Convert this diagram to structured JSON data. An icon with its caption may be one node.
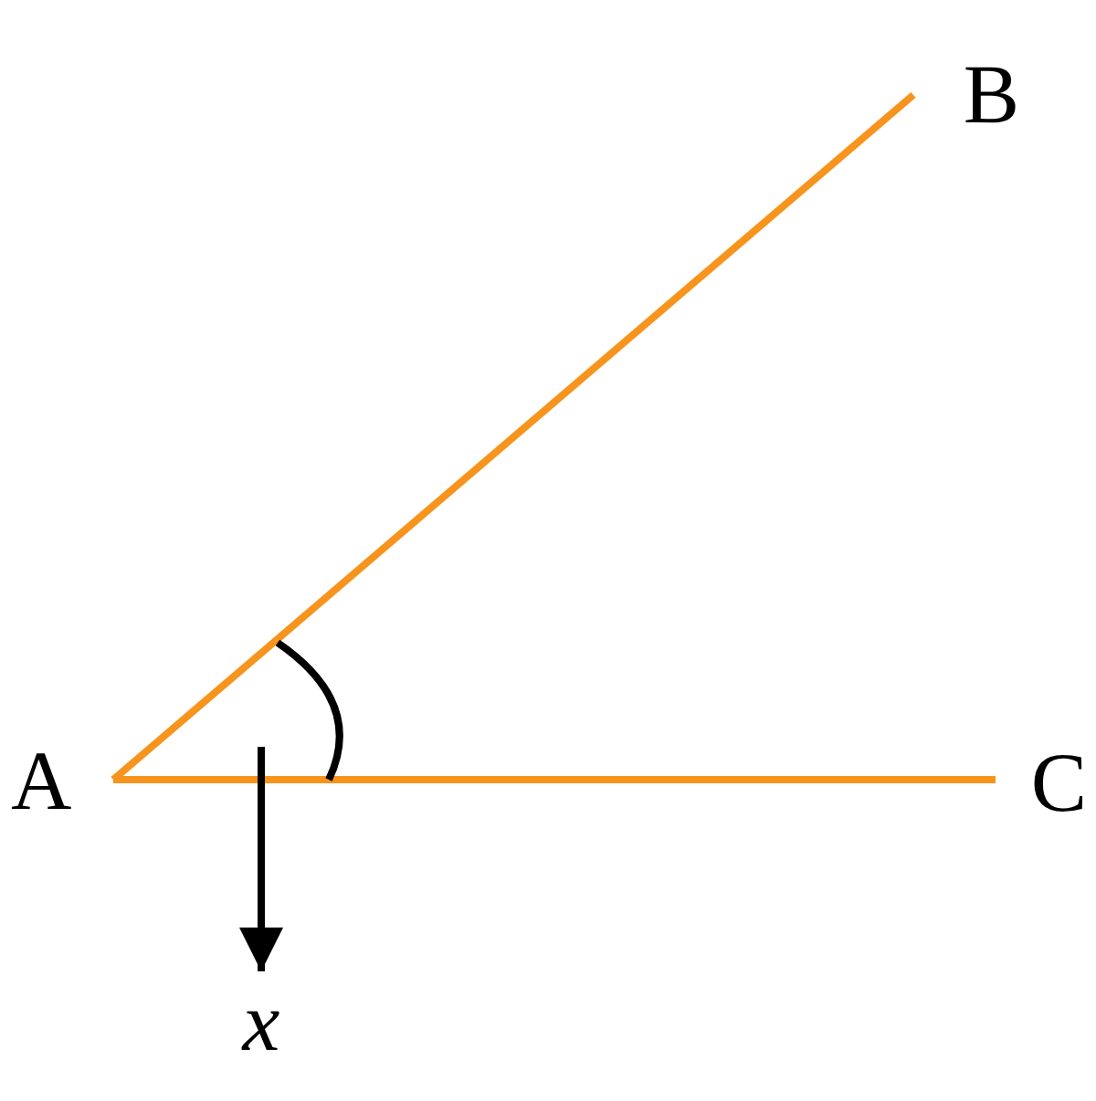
{
  "diagram": {
    "nodes": [
      {
        "text": [
          "A"
        ]
      },
      {
        "text": [
          "B"
        ]
      },
      {
        "text": [
          "C"
        ]
      },
      {
        "text": [
          "x"
        ]
      },
      {
        "text": [],
        "shape": "arc"
      }
    ],
    "edges": [
      {
        "from": 0,
        "to": 1,
        "arrow": "none",
        "color": "#f7941d"
      },
      {
        "from": 0,
        "to": 2,
        "arrow": "none",
        "color": "#f7941d"
      },
      {
        "from": 4,
        "to": 3,
        "arrow": "to",
        "color": "#000000"
      }
    ]
  }
}
